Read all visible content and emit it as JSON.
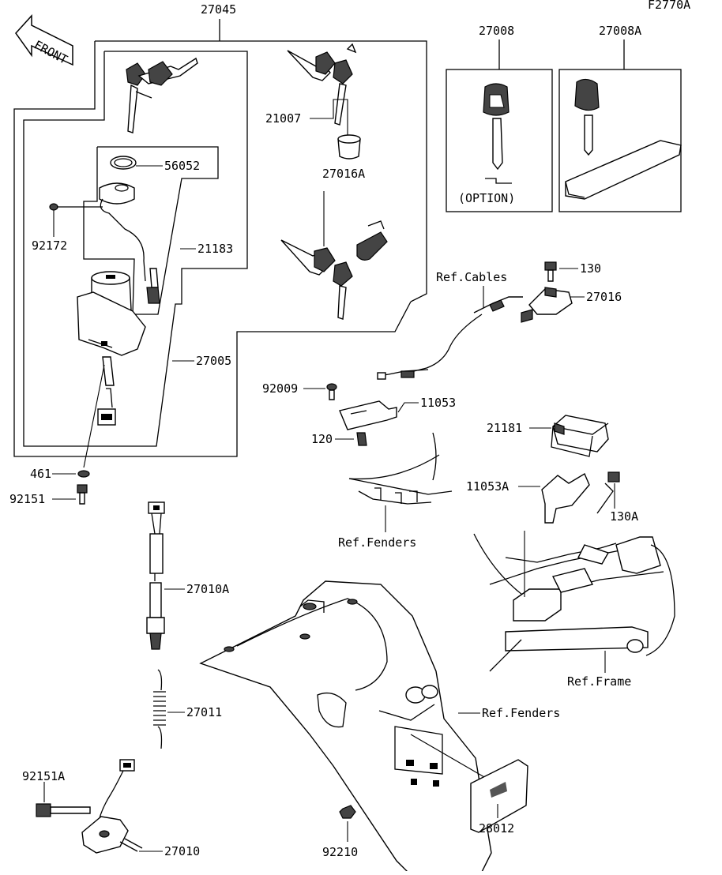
{
  "figure_code": "F2770A",
  "front_arrow": "FRONT",
  "labels": {
    "p27045": "27045",
    "p27008": "27008",
    "p27008A": "27008A",
    "option": "(OPTION)",
    "p21007": "21007",
    "p56052": "56052",
    "p27016A": "27016A",
    "p92172": "92172",
    "p21183": "21183",
    "ref_cables": "Ref.Cables",
    "p130": "130",
    "p27016": "27016",
    "p27005": "27005",
    "p92009": "92009",
    "p11053": "11053",
    "p21181": "21181",
    "p120": "120",
    "p461": "461",
    "p92151": "92151",
    "p11053A": "11053A",
    "p130A": "130A",
    "ref_fenders_top": "Ref.Fenders",
    "p27010A": "27010A",
    "ref_frame": "Ref.Frame",
    "p27011": "27011",
    "ref_fenders_bottom": "Ref.Fenders",
    "p92151A": "92151A",
    "p28012": "28012",
    "p27010": "27010",
    "p92210": "92210"
  }
}
